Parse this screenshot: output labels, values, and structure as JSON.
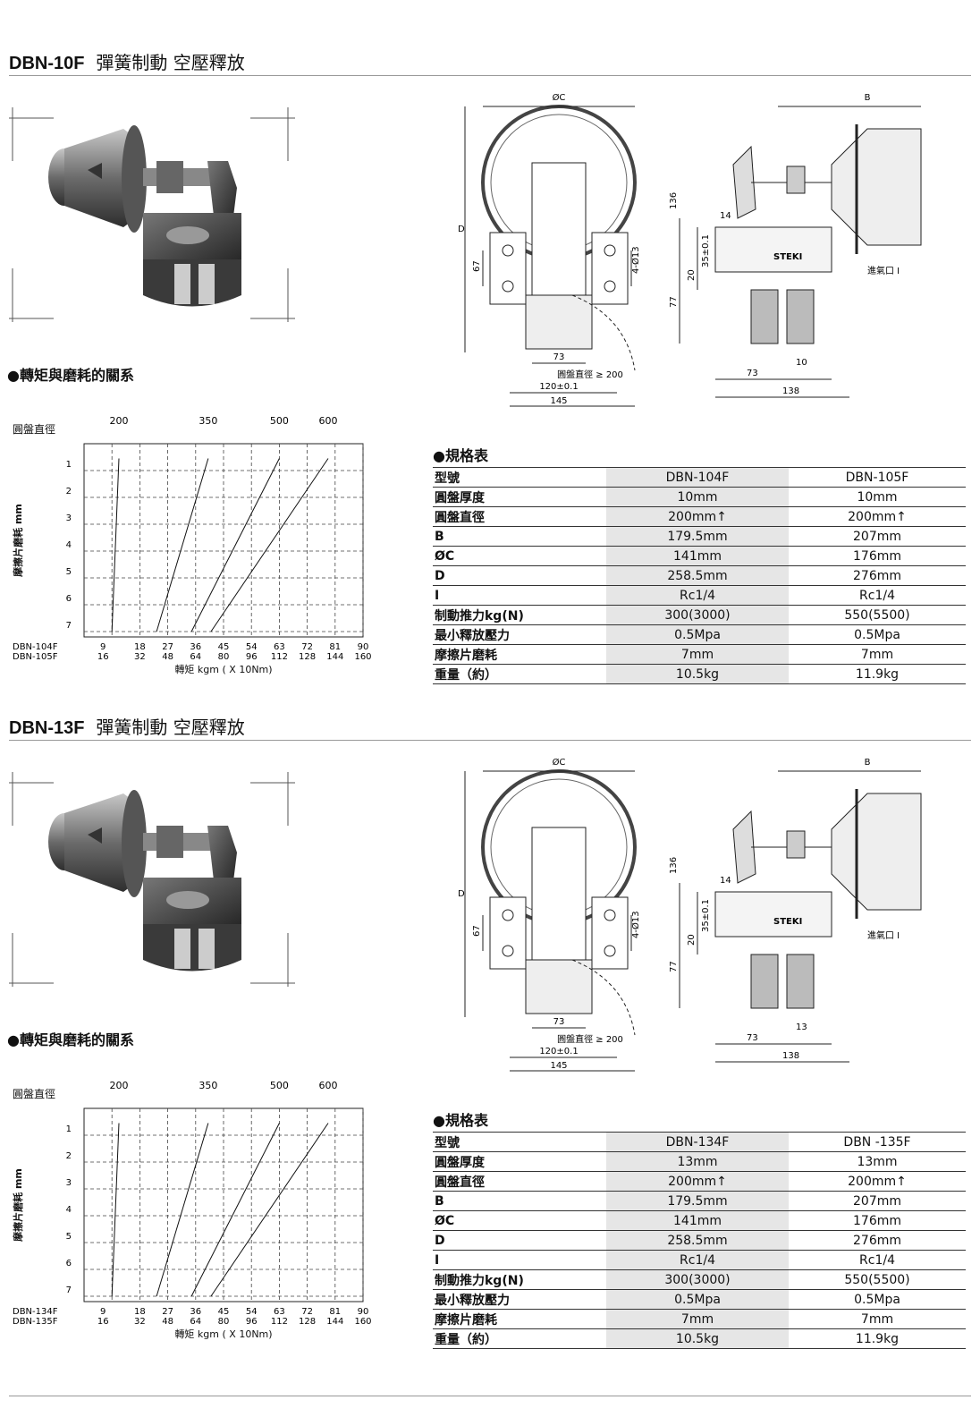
{
  "sections": [
    {
      "model": "DBN-10F",
      "desc": "彈簧制動 空壓釋放",
      "chart_title": "●轉矩與磨耗的關系",
      "spec_title": "●規格表",
      "chart_data": {
        "type": "line",
        "ylabel": "摩擦片磨耗 mm",
        "top_axis_label": "圓盤直徑",
        "top_ticks": [
          "200",
          "350",
          "500",
          "600"
        ],
        "y_ticks": [
          "1",
          "2",
          "3",
          "4",
          "5",
          "6",
          "7"
        ],
        "x_rows": [
          {
            "name": "DBN-104F",
            "ticks": [
              "9",
              "18",
              "27",
              "36",
              "45",
              "54",
              "63",
              "72",
              "81",
              "90"
            ]
          },
          {
            "name": "DBN-105F",
            "ticks": [
              "16",
              "32",
              "48",
              "64",
              "80",
              "96",
              "112",
              "128",
              "144",
              "160"
            ]
          }
        ],
        "xlabel": "轉矩 kgm ( X 10Nm)",
        "series": [
          {
            "name": "200",
            "points": [
              [
                1.0,
                7
              ],
              [
                1.25,
                0.55
              ]
            ]
          },
          {
            "name": "350",
            "points": [
              [
                2.6,
                7
              ],
              [
                4.45,
                0.55
              ]
            ]
          },
          {
            "name": "500",
            "points": [
              [
                3.85,
                7
              ],
              [
                7.0,
                0.55
              ]
            ]
          },
          {
            "name": "600",
            "points": [
              [
                4.55,
                7
              ],
              [
                8.75,
                0.55
              ]
            ]
          }
        ]
      },
      "drawing": {
        "phiC": "ØC",
        "B": "B",
        "D": "D",
        "d67": "67",
        "d4holes": "4-Ø13",
        "d73": "73",
        "disc": "圓盤直徑 ≥ 200",
        "d120": "120±0.1",
        "d145": "145",
        "d136": "136",
        "d14": "14",
        "d20": "20",
        "d35": "35±0.1",
        "d77": "77",
        "d10": "10",
        "d73b": "73",
        "d138": "138",
        "inlet": "進氣口 I",
        "brand": "STEKI"
      },
      "spec": {
        "rows": [
          [
            "型號",
            "DBN-104F",
            "DBN-105F"
          ],
          [
            "圓盤厚度",
            "10mm",
            "10mm"
          ],
          [
            "圓盤直徑",
            "200mm↑",
            "200mm↑"
          ],
          [
            "B",
            "179.5mm",
            "207mm"
          ],
          [
            "ØC",
            "141mm",
            "176mm"
          ],
          [
            "D",
            "258.5mm",
            "276mm"
          ],
          [
            "I",
            "Rc1/4",
            "Rc1/4"
          ],
          [
            "制動推力kg(N)",
            "300(3000)",
            "550(5500)"
          ],
          [
            "最小釋放壓力",
            "0.5Mpa",
            "0.5Mpa"
          ],
          [
            "摩擦片磨耗",
            "7mm",
            "7mm"
          ],
          [
            "重量（約）",
            "10.5kg",
            "11.9kg"
          ]
        ]
      }
    },
    {
      "model": "DBN-13F",
      "desc": "彈簧制動 空壓釋放",
      "chart_title": "●轉矩與磨耗的關系",
      "spec_title": "●規格表",
      "chart_data": {
        "type": "line",
        "ylabel": "摩擦片磨耗 mm",
        "top_axis_label": "圓盤直徑",
        "top_ticks": [
          "200",
          "350",
          "500",
          "600"
        ],
        "y_ticks": [
          "1",
          "2",
          "3",
          "4",
          "5",
          "6",
          "7"
        ],
        "x_rows": [
          {
            "name": "DBN-134F",
            "ticks": [
              "9",
              "18",
              "27",
              "36",
              "45",
              "54",
              "63",
              "72",
              "81",
              "90"
            ]
          },
          {
            "name": "DBN-135F",
            "ticks": [
              "16",
              "32",
              "48",
              "64",
              "80",
              "96",
              "112",
              "128",
              "144",
              "160"
            ]
          }
        ],
        "xlabel": "轉矩 kgm ( X 10Nm)",
        "series": [
          {
            "name": "200",
            "points": [
              [
                1.0,
                7
              ],
              [
                1.25,
                0.55
              ]
            ]
          },
          {
            "name": "350",
            "points": [
              [
                2.6,
                7
              ],
              [
                4.45,
                0.55
              ]
            ]
          },
          {
            "name": "500",
            "points": [
              [
                3.85,
                7
              ],
              [
                7.0,
                0.55
              ]
            ]
          },
          {
            "name": "600",
            "points": [
              [
                4.55,
                7
              ],
              [
                8.75,
                0.55
              ]
            ]
          }
        ]
      },
      "drawing": {
        "phiC": "ØC",
        "B": "B",
        "D": "D",
        "d67": "67",
        "d4holes": "4-Ø13",
        "d73": "73",
        "disc": "圓盤直徑 ≥ 200",
        "d120": "120±0.1",
        "d145": "145",
        "d136": "136",
        "d14": "14",
        "d20": "20",
        "d35": "35±0.1",
        "d77": "77",
        "d10": "13",
        "d73b": "73",
        "d138": "138",
        "inlet": "進氣口 I",
        "brand": "STEKI"
      },
      "spec": {
        "rows": [
          [
            "型號",
            "DBN-134F",
            "DBN -135F"
          ],
          [
            "圓盤厚度",
            "13mm",
            "13mm"
          ],
          [
            "圓盤直徑",
            "200mm↑",
            "200mm↑"
          ],
          [
            "B",
            "179.5mm",
            "207mm"
          ],
          [
            "ØC",
            "141mm",
            "176mm"
          ],
          [
            "D",
            "258.5mm",
            "276mm"
          ],
          [
            "I",
            "Rc1/4",
            "Rc1/4"
          ],
          [
            "制動推力kg(N)",
            "300(3000)",
            "550(5500)"
          ],
          [
            "最小釋放壓力",
            "0.5Mpa",
            "0.5Mpa"
          ],
          [
            "摩擦片磨耗",
            "7mm",
            "7mm"
          ],
          [
            "重量（約）",
            "10.5kg",
            "11.9kg"
          ]
        ]
      }
    }
  ]
}
